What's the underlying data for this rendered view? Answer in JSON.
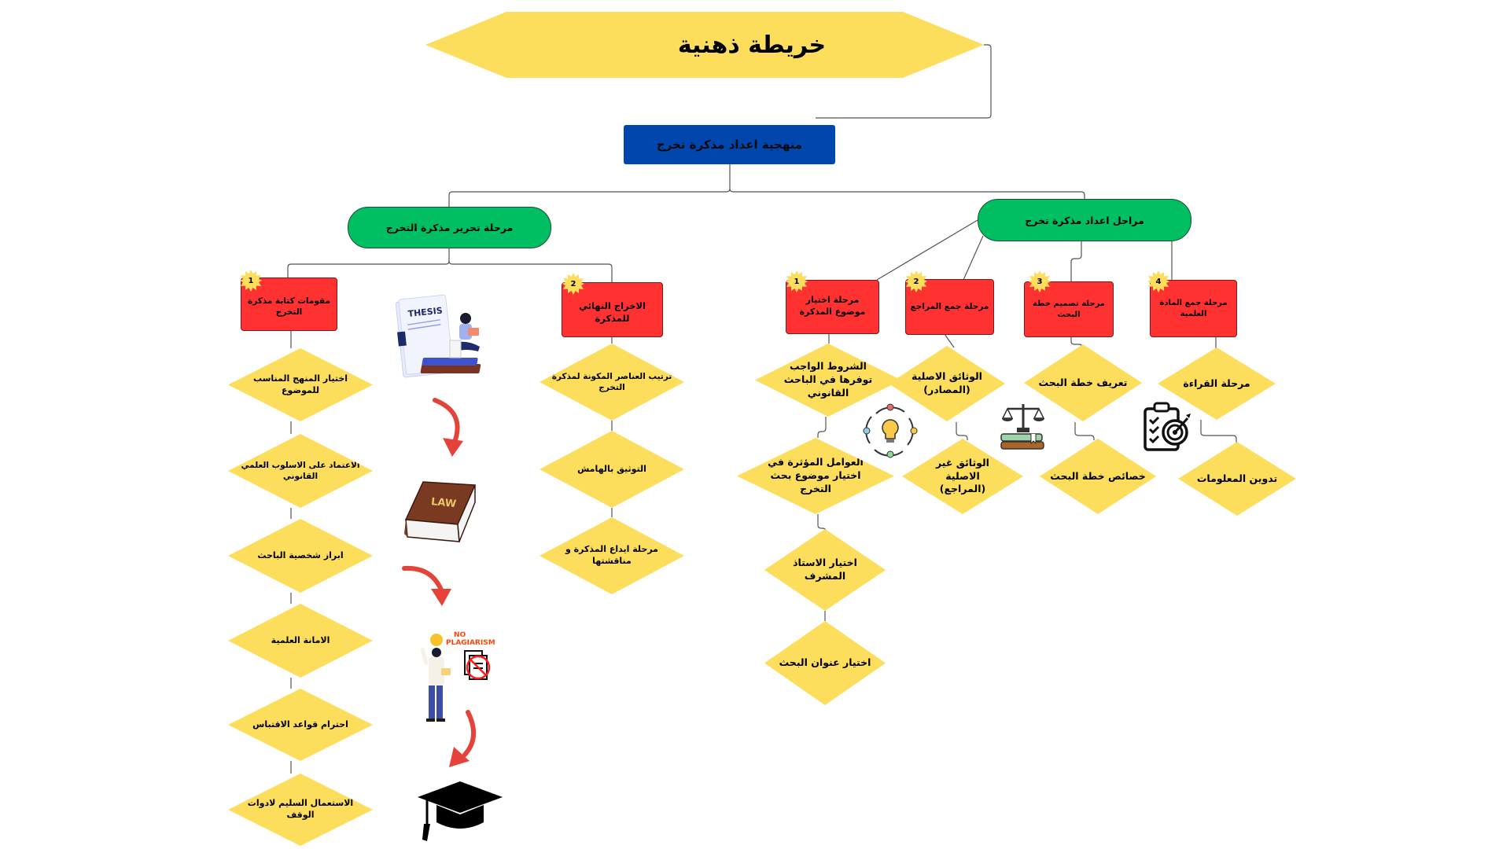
{
  "title": "خريطة ذهنية",
  "root": "منهجية اعداد مذكرة تخرج",
  "branches": {
    "writing": {
      "label": "مرحلة تحرير مذكرة التخرج",
      "groups": [
        {
          "badge": "1",
          "label": "مقومات كتابة مذكرة التخرج",
          "items": [
            "اختيار المنهج المناسب للموضوع",
            "الاعتماد على الاسلوب العلمي القانوني",
            "ابراز شخصية الباحث",
            "الامانة العلمية",
            "احترام قواعد الاقتباس",
            "الاستعمال السليم لادوات الوقف"
          ]
        },
        {
          "badge": "2",
          "label": "الاخراج النهائي للمذكرة",
          "items": [
            "ترتيب العناصر المكونة لمذكرة التخرج",
            "التوثيق بالهامش",
            "مرحلة ايداع المذكرة و مناقشتها"
          ]
        }
      ]
    },
    "preparation": {
      "label": "مراحل اعداد مذكرة تخرج",
      "groups": [
        {
          "badge": "1",
          "label_line1": "مرحلة اختيار",
          "label_line2": "موضوع المذكرة",
          "items": [
            "الشروط الواجب توفرها في الباحث القانوني",
            "العوامل المؤثرة في اختيار موضوع بحث التخرج",
            "اختيار الاستاذ المشرف",
            "اختيار عنوان البحث"
          ]
        },
        {
          "badge": "2",
          "label": "مرحلة جمع المراجع",
          "items": [
            "الوثائق الاصلية (المصادر)",
            "الوثائق غير الاصلية (المراجع)"
          ]
        },
        {
          "badge": "3",
          "label": "مرحلة تصميم خطة البحث",
          "items": [
            "تعريف خطة البحث",
            "خصائص خطة البحث"
          ]
        },
        {
          "badge": "4",
          "label": "مرحلة جمع المادة العلمية",
          "items": [
            "مرحلة القراءة",
            "تدوين المعلومات"
          ]
        }
      ]
    }
  },
  "illustrations": {
    "thesis_text": "THESIS",
    "law_text": "LAW",
    "plagiarism_line1": "NO",
    "plagiarism_line2": "PLAGIARISM"
  },
  "colors": {
    "title": "#fddd5c",
    "root": "#0046ad",
    "branch": "#00bf63",
    "group": "#ff3131",
    "item": "#fddd5c",
    "arrow": "#e5433a"
  }
}
